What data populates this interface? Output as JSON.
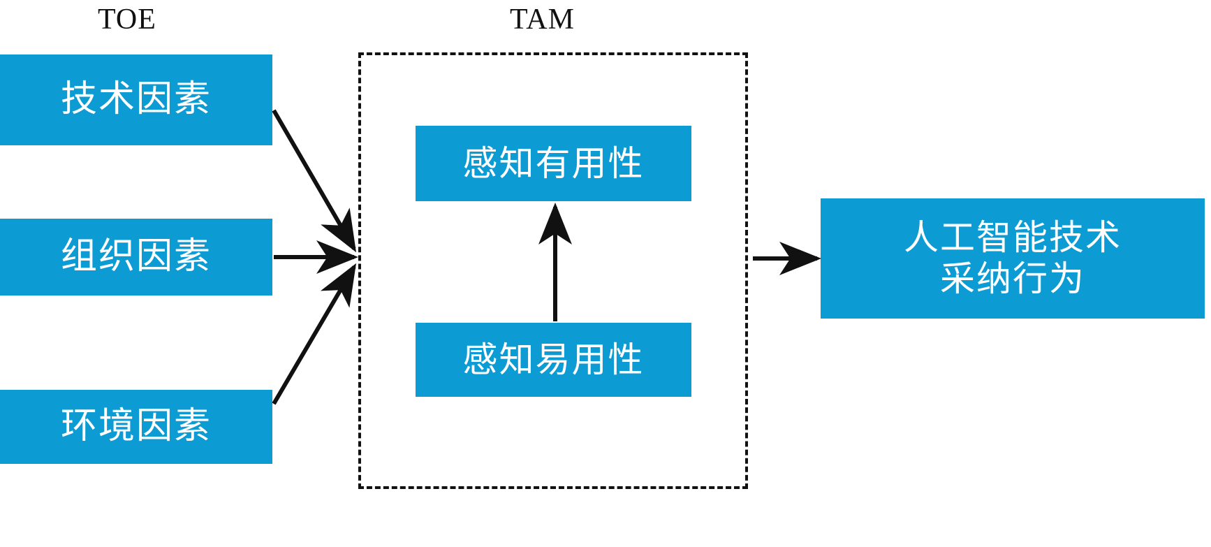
{
  "diagram": {
    "title_groups": [
      {
        "id": "toe",
        "label": "TOE"
      },
      {
        "id": "tam",
        "label": "TAM"
      }
    ],
    "colors": {
      "box_fill": "#0d9bd4",
      "box_text": "#ffffff",
      "line": "#111111",
      "background": "#ffffff"
    },
    "toe_factors": [
      {
        "id": "technology",
        "label": "技术因素"
      },
      {
        "id": "organization",
        "label": "组织因素"
      },
      {
        "id": "environment",
        "label": "环境因素"
      }
    ],
    "tam_constructs": [
      {
        "id": "perceived-usefulness",
        "label": "感知有用性"
      },
      {
        "id": "perceived-ease-of-use",
        "label": "感知易用性"
      }
    ],
    "outcome": {
      "id": "ai-adoption-behavior",
      "line1": "人工智能技术",
      "line2": "采纳行为"
    },
    "connections": [
      {
        "from": "technology",
        "to": "tam",
        "style": "solid-arrow"
      },
      {
        "from": "organization",
        "to": "tam",
        "style": "solid-arrow"
      },
      {
        "from": "environment",
        "to": "tam",
        "style": "solid-arrow"
      },
      {
        "from": "perceived-ease-of-use",
        "to": "perceived-usefulness",
        "style": "solid-arrow"
      },
      {
        "from": "tam",
        "to": "ai-adoption-behavior",
        "style": "solid-arrow"
      }
    ]
  }
}
